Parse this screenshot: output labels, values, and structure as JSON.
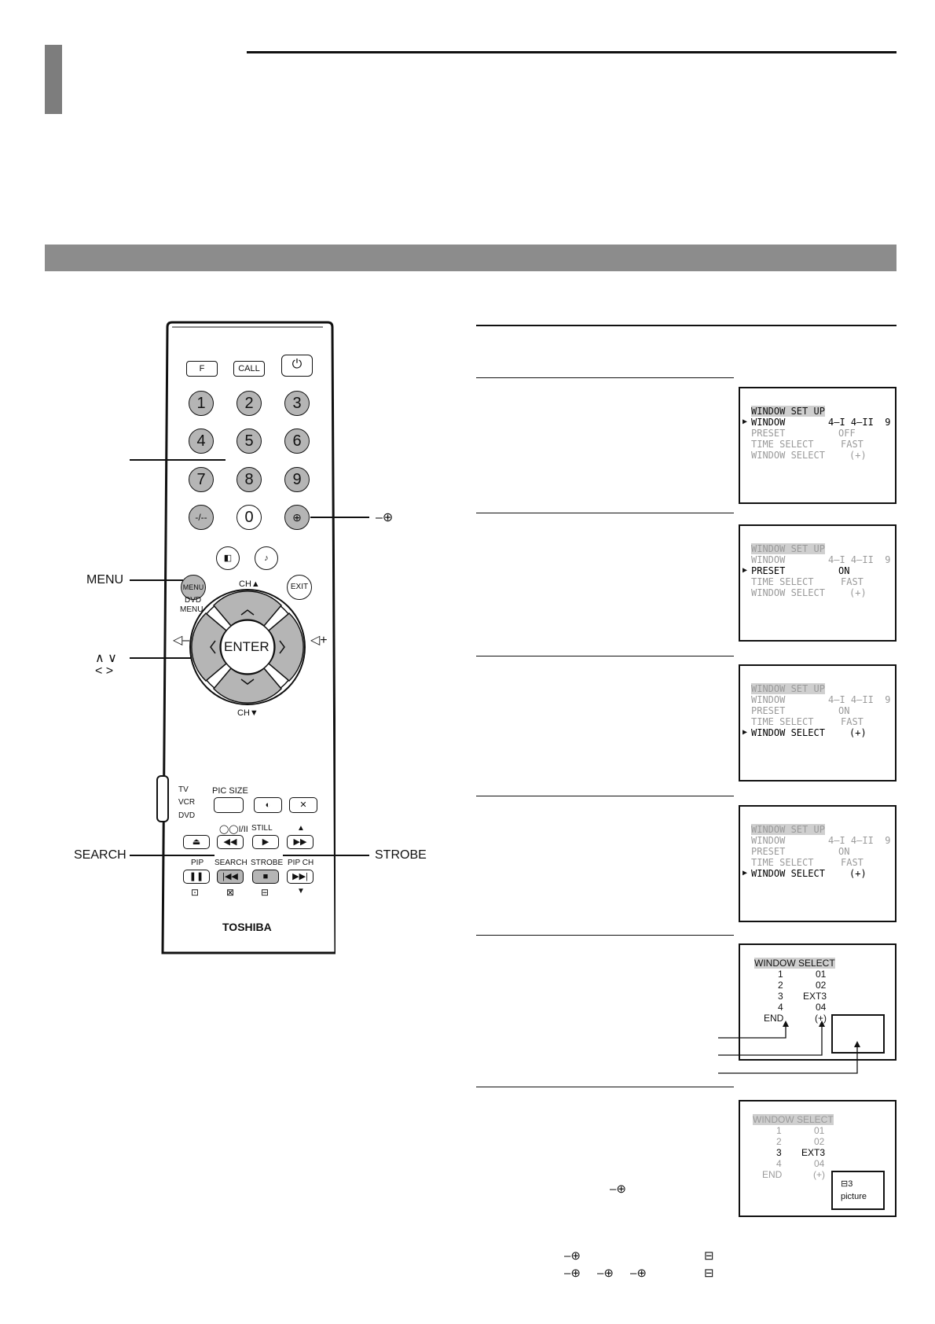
{
  "remote": {
    "brand": "TOSHIBA",
    "buttons": {
      "f": "F",
      "call": "CALL",
      "dash": "-/--",
      "menu": "MENU",
      "exit": "EXIT",
      "dvd_menu_1": "DVD",
      "dvd_menu_2": "MENU",
      "ch_up": "CH▲",
      "ch_down": "CH▼",
      "enter": "ENTER",
      "pic_size": "PIC SIZE",
      "still": "STILL",
      "pip": "PIP",
      "search": "SEARCH",
      "strobe": "STROBE",
      "pip_ch": "PIP CH",
      "mode_tv": "TV",
      "mode_vcr": "VCR",
      "mode_dvd": "DVD",
      "audio_lang": "I/II"
    },
    "numbers": [
      "1",
      "2",
      "3",
      "4",
      "5",
      "6",
      "7",
      "8",
      "9",
      "0"
    ]
  },
  "callouts": {
    "menu": "MENU",
    "arrows_1": "∧ ∨",
    "arrows_2": "< >",
    "search": "SEARCH",
    "strobe": "STROBE"
  },
  "screens": {
    "s1": {
      "title": "WINDOW SET UP",
      "window_label": "WINDOW",
      "window_value": "4–I 4–II  9",
      "preset_label": "PRESET",
      "preset_value": "OFF",
      "time_label": "TIME SELECT",
      "time_value": "FAST",
      "wsel_label": "WINDOW SELECT",
      "wsel_value": "(+)"
    },
    "s2": {
      "title": "WINDOW SET UP",
      "window_label": "WINDOW",
      "window_value": "4–I 4–II  9",
      "preset_label": "PRESET",
      "preset_value": "ON",
      "time_label": "TIME SELECT",
      "time_value": "FAST",
      "wsel_label": "WINDOW SELECT",
      "wsel_value": "(+)"
    },
    "s3": {
      "title": "WINDOW SET UP",
      "window_label": "WINDOW",
      "window_value": "4–I 4–II  9",
      "preset_label": "PRESET",
      "preset_value": "ON",
      "time_label": "TIME SELECT",
      "time_value": "FAST",
      "wsel_label": "WINDOW SELECT",
      "wsel_value": "(+)"
    },
    "s4": {
      "title": "WINDOW SET UP",
      "window_label": "WINDOW",
      "window_value": "4–I 4–II  9",
      "preset_label": "PRESET",
      "preset_value": "ON",
      "time_label": "TIME SELECT",
      "time_value": "FAST",
      "wsel_label": "WINDOW SELECT",
      "wsel_value": "(+)"
    },
    "s5": {
      "title": "WINDOW SELECT",
      "rows": [
        {
          "n": "1",
          "v": "01"
        },
        {
          "n": "2",
          "v": "02"
        },
        {
          "n": "3",
          "v": "EXT3"
        },
        {
          "n": "4",
          "v": "04"
        },
        {
          "n": "END",
          "v": "(+)"
        }
      ]
    },
    "s6": {
      "title": "WINDOW SELECT",
      "rows": [
        {
          "n": "1",
          "v": "01"
        },
        {
          "n": "2",
          "v": "02"
        },
        {
          "n": "3",
          "v": "EXT3"
        },
        {
          "n": "4",
          "v": "04"
        },
        {
          "n": "END",
          "v": "(+)"
        }
      ],
      "inset_num": "3",
      "inset_word": "picture"
    }
  },
  "colors": {
    "gray_bar": "#8c8c8c",
    "tab": "#7d7d7d",
    "button_gray": "#b5b5b5",
    "highlight": "#cfcfcf"
  }
}
